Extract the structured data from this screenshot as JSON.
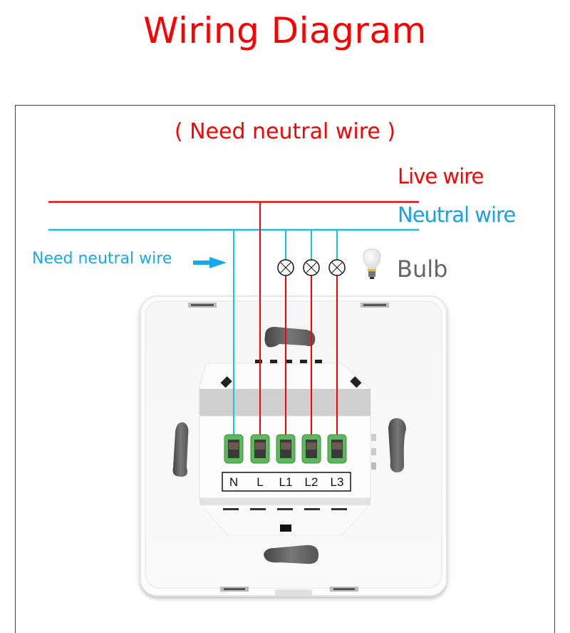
{
  "title": "Wiring Diagram",
  "subtitle": "( Need neutral wire )",
  "legend": {
    "live_wire": "Live wire",
    "neutral_wire": "Neutral wire",
    "bulb": "Bulb"
  },
  "annotation": {
    "need_neutral": "Need neutral wire"
  },
  "terminals": [
    {
      "label": "N",
      "wire": "neutral"
    },
    {
      "label": "L",
      "wire": "live"
    },
    {
      "label": "L1",
      "wire": "live"
    },
    {
      "label": "L2",
      "wire": "live"
    },
    {
      "label": "L3",
      "wire": "live"
    }
  ],
  "bulb_count": 3,
  "colors": {
    "title": "#ff0000",
    "live": "#ff0000",
    "neutral": "#18c0f0",
    "neutral_text": "#18a0e8",
    "terminal_green": "#5cb85c",
    "bulb_text": "#666666"
  }
}
